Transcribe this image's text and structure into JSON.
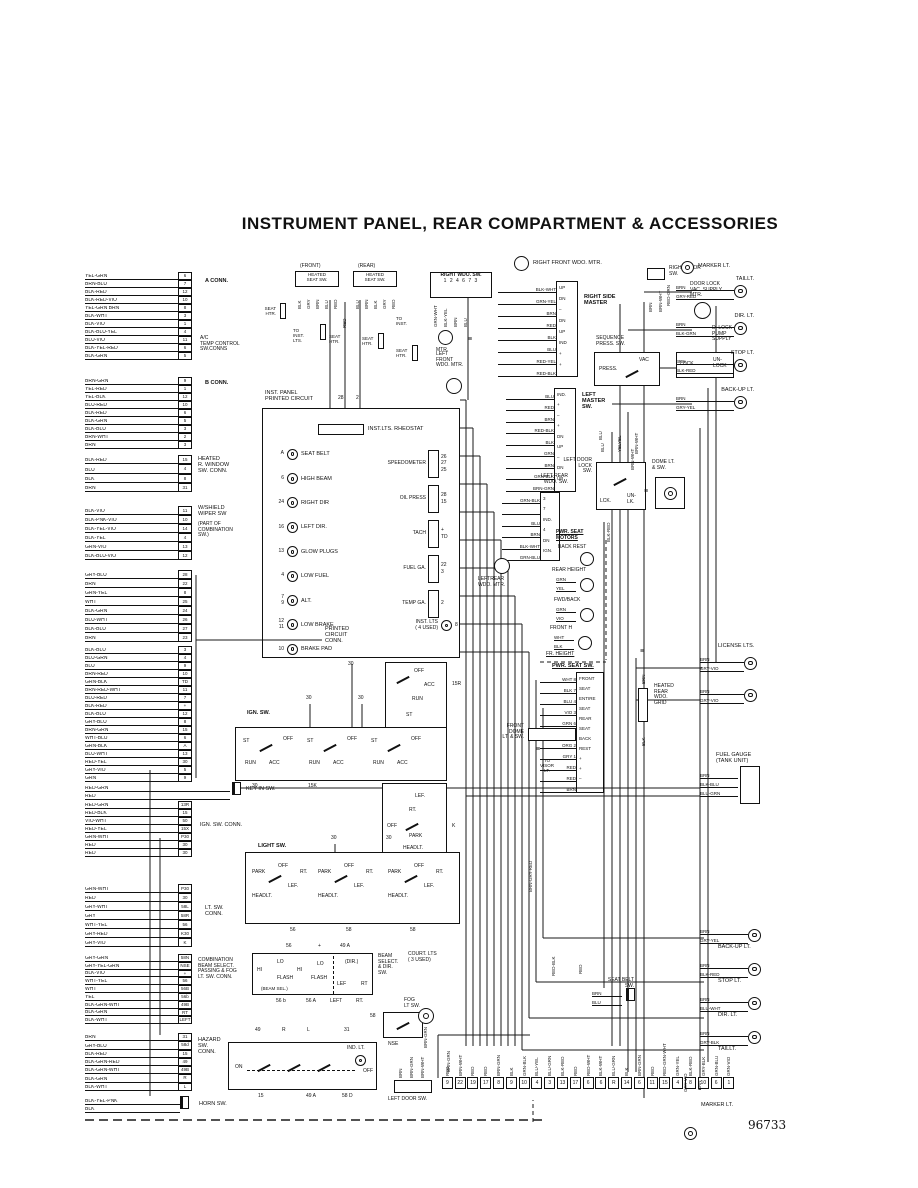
{
  "title": "INSTRUMENT PANEL, REAR COMPARTMENT & ACCESSORIES",
  "figure_number": "96733",
  "left_connectors": [
    {
      "label": "A CONN.",
      "label2": "A/C\nTEMP CONTROL\nSW.CONNS",
      "rows": [
        [
          "YEL-GRN",
          "6"
        ],
        [
          "BRN-BLU",
          "7"
        ],
        [
          "BLK-RED",
          "12"
        ],
        [
          "BLK-RED-VIO",
          "10"
        ],
        [
          "YEL-GRN  BRN",
          "8"
        ],
        [
          "BLK-WHT",
          "3"
        ],
        [
          "BLK-VIO",
          "1"
        ],
        [
          "BLK-BLU-YEL",
          "4"
        ],
        [
          "BLU-VIO",
          "11"
        ],
        [
          "BLK-YEL-RED",
          "6"
        ],
        [
          "BLK-GRN",
          "5"
        ]
      ]
    },
    {
      "label": "B CONN.",
      "rows": [
        [
          "BRN-GRN",
          "9"
        ],
        [
          "YEL-RED",
          "1"
        ],
        [
          "YEL-BLK",
          "12"
        ],
        [
          "BLU-RED",
          "10"
        ],
        [
          "BLK-RED",
          "6"
        ],
        [
          "BLK-GRN",
          "5"
        ],
        [
          "BLK-BLU",
          "3"
        ],
        [
          "BRN-WHT",
          "2"
        ],
        [
          "BRN",
          "3"
        ]
      ]
    },
    {
      "label": "HEATED\nR. WINDOW\nSW. CONN.",
      "rows": [
        [
          "BLK-RED",
          "15"
        ],
        [
          "BLU",
          "4"
        ],
        [
          "BLK",
          "8"
        ],
        [
          "BRN",
          "31"
        ]
      ]
    },
    {
      "label": "W/SHIELD\nWIPER SW",
      "label2": "(PART OF\nCOMBINATION\nSW.)",
      "rows": [
        [
          "BLK-VIO",
          "11"
        ],
        [
          "BLK-PNK-VIO",
          "10"
        ],
        [
          "BLK-YEL-VIO",
          "14"
        ],
        [
          "BLK-YEL",
          "4"
        ],
        [
          "GRN-VIO",
          "13"
        ],
        [
          "BLK-BLU-VIO",
          "12"
        ]
      ]
    },
    {
      "label": "PRINTED\nCIRCUIT\nCONN.",
      "rows": [
        [
          "GRY-BLU",
          "28"
        ],
        [
          "BRN",
          "22"
        ],
        [
          "GRN-YEL",
          "8"
        ],
        [
          "WHT",
          "25"
        ],
        [
          "BLK-GRN",
          "24"
        ],
        [
          "BLU-WHT",
          "26"
        ],
        [
          "BLK-BLU",
          "27"
        ],
        [
          "BRN",
          "23"
        ]
      ]
    },
    {
      "label": "",
      "rows": [
        [
          "BLK-BLU",
          "3"
        ],
        [
          "BLU-GRN",
          "4"
        ],
        [
          "BLU",
          "9"
        ],
        [
          "BRN-RED",
          "10"
        ],
        [
          "GRN-BLK",
          "TD"
        ],
        [
          "BRN-RED-WHT",
          "11"
        ],
        [
          "BLU-RED",
          "7"
        ],
        [
          "BLK-RED",
          "+"
        ],
        [
          "BLK-BLU",
          "12"
        ],
        [
          "GRY-BLU",
          "8"
        ],
        [
          "BRN-GRN",
          "15"
        ],
        [
          "WHT-BLU",
          "6"
        ],
        [
          "GRN-BLK",
          "A"
        ],
        [
          "BLU-WHT",
          "13"
        ],
        [
          "RED-YEL",
          "30"
        ],
        [
          "GRY-VIO",
          "5"
        ],
        [
          "GRN",
          "9"
        ]
      ]
    },
    {
      "label": "IGN. SW. CONN.",
      "rows": [
        [
          "RED-GRN",
          "13R"
        ],
        [
          "RED-BLK",
          "15"
        ],
        [
          "VIO-WHT",
          "50"
        ],
        [
          "RED-YEL",
          "15X"
        ],
        [
          "GRN-WHT",
          "P30"
        ],
        [
          "RED",
          "30"
        ],
        [
          "RED",
          "30"
        ]
      ]
    },
    {
      "label": "LT. SW.\nCONN.",
      "rows": [
        [
          "GRN-WHT",
          "P30"
        ],
        [
          "RED",
          "30"
        ],
        [
          "GRY-WHT",
          "58L"
        ],
        [
          "GRY",
          "58R"
        ],
        [
          "WHT-YEL",
          "56"
        ],
        [
          "GRY-RED",
          "K30"
        ],
        [
          "GRY-VIO",
          "K"
        ]
      ]
    },
    {
      "label": "COMBINATION\nBEAM SELECT.\nPASSING & FOG\nLT. SW. CONN.",
      "rows": [
        [
          "GRY-GRN",
          "58N"
        ],
        [
          "GRY-YEL-GRN",
          "NSE"
        ],
        [
          "BLK-VIO",
          "+"
        ],
        [
          "WHT-YEL",
          "56"
        ],
        [
          "WHT",
          "56B"
        ],
        [
          "YEL",
          "56b"
        ],
        [
          "BLK-GRN-WHT",
          "49B"
        ],
        [
          "BLK-GRN",
          "RT"
        ],
        [
          "BLK-WHT",
          "LEFT"
        ]
      ]
    },
    {
      "label": "HAZARD\nSW.\nCONN.",
      "rows": [
        [
          "BRN",
          "31"
        ],
        [
          "GRY-BLU",
          "58d"
        ],
        [
          "BLK-RED",
          "15"
        ],
        [
          "BLK-GRN-RED",
          "49"
        ],
        [
          "BLK-GRN-WHT",
          "49B"
        ],
        [
          "BLK-GRN",
          "R"
        ],
        [
          "BLK-WHT",
          "L"
        ]
      ]
    },
    {
      "label": "HORN SW.",
      "rows": [
        [
          "BLK-YEL-PNK",
          ""
        ],
        [
          "BLK",
          ""
        ]
      ]
    }
  ],
  "key_in": {
    "label": "KEY IN SW.",
    "rows": [
      [
        "RED-GRN",
        ""
      ],
      [
        "RED",
        ""
      ]
    ]
  },
  "heated_seats": {
    "front_tag": "(FRONT)",
    "rear_tag": "(REAR)",
    "title": "HEATED\nSEAT SW.",
    "front_wires": [
      "BLK",
      "GRY",
      "BRN",
      "BLU",
      "RED"
    ],
    "rear_wires": [
      "BLU",
      "BRN",
      "BLK",
      "GRY",
      "RED"
    ],
    "seat_htr": "SEAT\nHTR.",
    "to_inst_lts": "TO\nINST.\nLTS.",
    "to_inst": "TO\nINST.",
    "red": "RED"
  },
  "right_wdo_sw": {
    "label": "RIGHT WDO. SW.",
    "pins": "1  2  4  6  7  3",
    "wires": [
      "GRN-WHT",
      "BLK-YEL",
      "BRN",
      "BLU"
    ],
    "mtr": "MTR."
  },
  "window_motors": {
    "right_front": "RIGHT FRONT WDO. MTR.",
    "left_front": "LEFT\nFRONT\nWDO. MTR.",
    "left_rear": "LEFTREAR\nWDO. MTR."
  },
  "right_side_master": {
    "label": "RIGHT SIDE\nMASTER",
    "rows": [
      [
        "BLK-WHT",
        "UP"
      ],
      [
        "GRN-YEL",
        "DN"
      ],
      [
        "BRN",
        "–"
      ],
      [
        "RED",
        "DN"
      ],
      [
        "BLK",
        "UP"
      ],
      [
        "BLU",
        "IND"
      ],
      [
        "RED-YEL",
        "+"
      ],
      [
        "RED-BLK",
        "+"
      ]
    ]
  },
  "left_master": {
    "label": "LEFT\nMASTER\nSW.",
    "rows": [
      [
        "BLU",
        "IND."
      ],
      [
        "RED",
        "+"
      ],
      [
        "BRN",
        "–"
      ],
      [
        "RED-BLK",
        "+"
      ],
      [
        "BLK",
        "DN"
      ],
      [
        "GRN",
        "UP"
      ],
      [
        "BRN",
        "–"
      ],
      [
        "GRN-BLK",
        "DN"
      ],
      [
        "BRN-GRN",
        "UP"
      ]
    ]
  },
  "left_rear_wdo_sw": {
    "label": "LEFT REAR\nWDO. SW.",
    "rows": [
      [
        "GRN-BLK",
        "3"
      ],
      [
        "",
        "7"
      ],
      [
        "BLU",
        "IND."
      ],
      [
        "BRN",
        "4"
      ],
      [
        "BLK-WHT",
        "DN"
      ],
      [
        "GRN-BLU",
        "IGN."
      ]
    ]
  },
  "door_lock": {
    "right_door_sw": "RIGHT DOOR\nSW.",
    "right_door_wires": [
      "BRN",
      "BRN-WHT"
    ],
    "vac_mtr": "DOOR LOCK\nVAC. SUPPLY\nMTR.",
    "pump": "D. LOCK\nPUMP\nSUPPLY",
    "lock": "LOCK",
    "unlock": "UN-\nLOCK",
    "seq": "SEQUENCE\nPRESS. SW.",
    "press": "PRESS.",
    "vac": "VAC",
    "left_door_lock": "LEFT DOOR\nLOCK\nSW.",
    "lck": "LCK.",
    "unlk": "UN-\nLK.",
    "blu": "BLU",
    "yel": "YEL",
    "brn_wht": "BRN-WHT",
    "blk_red": "BLK-RED"
  },
  "dome": {
    "label": "DOME LT.\n& SW."
  },
  "inst_panel": {
    "title": "INST. PANEL\nPRINTED CIRCUIT",
    "top_pins": [
      "28",
      "2"
    ],
    "rheostat": "INST.LTS. RHEOSTAT",
    "indicators": [
      {
        "p": "A",
        "l": "SEAT BELT"
      },
      {
        "p": "6",
        "l": "HIGH BEAM"
      },
      {
        "p": "24",
        "l": "RIGHT DIR"
      },
      {
        "p": "16",
        "l": "LEFT DIR."
      },
      {
        "p": "13",
        "l": "GLOW PLUGS"
      },
      {
        "p": "4",
        "l": "LOW FUEL"
      },
      {
        "p": "7\n9",
        "l": "ALT."
      },
      {
        "p": "12\n11",
        "l": "LOW BRAKE"
      },
      {
        "p": "10",
        "l": "BRAKE\nPAD"
      }
    ],
    "gauges": [
      {
        "l": "SPEEDOMETER",
        "pins": "26\n27\n25"
      },
      {
        "l": "OIL PRESS",
        "pins": "28\n15"
      },
      {
        "l": "TACH",
        "pins": "+\nTD"
      },
      {
        "l": "FUEL GA.",
        "pins": "22\n3"
      },
      {
        "l": "TEMP GA.",
        "pins": "2"
      }
    ],
    "inst_lts": {
      "l": "INST. LTS\n( 4 USED)",
      "p": "8"
    },
    "bottom_pin": "30"
  },
  "pwr_seat": {
    "motors_label": "PWR. SEAT\nMOTORS",
    "back_rest": "BACK REST",
    "rear_height": "REAR HEIGHT",
    "fwd_back": "FWD/BACK",
    "front_h": "FRONT H",
    "fr_height": "FR. HEIGHT",
    "grn": "GRN",
    "yel": "YEL",
    "vio": "VIO",
    "wht": "WHT",
    "blk": "BLK",
    "sw_label": "PWR. SEAT SW.",
    "rows": [
      [
        "WHT 8",
        "FRONT"
      ],
      [
        "BLK 7",
        "SEAT"
      ],
      [
        "BLU 4",
        "ENTIRE"
      ],
      [
        "VIO 3",
        "SEAT"
      ],
      [
        "GRN 6",
        "REAR"
      ],
      [
        "YEL 5",
        "SEAT"
      ],
      [
        "ORG 2",
        "BACK"
      ],
      [
        "GRY 1",
        "REST"
      ],
      [
        "RED",
        "+"
      ],
      [
        "RED",
        "+"
      ],
      [
        "BRN",
        "–"
      ]
    ]
  },
  "front_dome": {
    "label": "FRONT\nDOME\nLT. & SW.",
    "visor": "TO\nVISOR\nLT."
  },
  "heated_grid": {
    "label": "HEATED\nREAR\nWDO.\nGRID",
    "top": "BRN",
    "bottom": "BLK"
  },
  "license": {
    "label": "LICENSE LTS.",
    "lamps": [
      [
        "BRN",
        "GRY-VIO"
      ],
      [
        "BRN",
        "GRY-VIO"
      ]
    ]
  },
  "fuel_gauge": {
    "label": "FUEL GAUGE\n(TANK UNIT)",
    "wires": [
      "BRN",
      "BLK-BLU",
      "BLU-GRN"
    ]
  },
  "lamps_top": [
    {
      "l": "TAILLT.",
      "w1": "BRN",
      "w2": "GRY-RED"
    },
    {
      "l": "DIR. LT.",
      "w1": "BRN",
      "w2": "BLK-GRN"
    },
    {
      "l": "STOP LT.",
      "w1": "BRN",
      "w2": "BLK-RED"
    },
    {
      "l": "BACK-UP LT.",
      "w1": "BRN",
      "w2": "GRY-YEL"
    }
  ],
  "lamps_bottom": [
    {
      "l": "BACK-UP LT.",
      "w1": "BRN",
      "w2": "GRY-YEL"
    },
    {
      "l": "STOP LT.",
      "w1": "BRN",
      "w2": "BLK-RED"
    },
    {
      "l": "DIR. LT.",
      "w1": "BRN",
      "w2": "BLU-WHT"
    },
    {
      "l": "TAILLT.",
      "w1": "BRN",
      "w2": "GRY-BLK"
    }
  ],
  "markers": {
    "top": "MARKER LT.",
    "bottom": "MARKER LT.",
    "gry_vio": "GRY-VIO",
    "brn": "BRN",
    "red_grn": "RED-GRN"
  },
  "ign_sw": {
    "label": "IGN. SW.",
    "pos": [
      "ST",
      "RUN",
      "ACC",
      "OFF"
    ],
    "top_pins": [
      "30",
      "30",
      "30"
    ],
    "bottom_pins": [
      "30",
      "15K",
      "50"
    ],
    "upper_pin": "15R"
  },
  "light_sw": {
    "label": "LIGHT SW.",
    "pos": [
      "PARK",
      "OFF",
      "RT.",
      "LEF.",
      "HEADLT."
    ],
    "top_pins": [
      "30",
      "30"
    ],
    "bottom_pins": [
      "56",
      "58",
      "58"
    ]
  },
  "light_sw_upper": {
    "lef": "LEF.",
    "rt": "RT.",
    "off": "OFF",
    "park": "PARK",
    "headlt": "HEADLT.",
    "k": "K",
    "pin30": "30"
  },
  "beam_sw": {
    "label": "BEAM\nSELECT.\n& DIR.\nSW.",
    "hi": "HI",
    "lo": "LO",
    "flash": "FLASH",
    "beam_sel": "(BEAM SEL.)",
    "dir": "(DIR.)",
    "lef": "LEF",
    "rt": "RT",
    "top_pins": [
      "56",
      "+",
      "49 A"
    ],
    "bottom_pins": [
      "56 b",
      "56 A",
      "LEFT",
      "RT."
    ]
  },
  "fog_sw": {
    "label": "FOG\nLT SW.",
    "pin58": "58",
    "nse": "NSE"
  },
  "hazard_sw": {
    "top_pins": [
      "49",
      "R",
      "L",
      "31"
    ],
    "bottom_pins": [
      "15",
      "49 A",
      "58 D"
    ],
    "on": "ON",
    "off": "OFF",
    "ind": "IND. LT."
  },
  "court_lts": {
    "label": "COURT. LTS\n( 3 USED)",
    "wire": "BRN-GRN"
  },
  "seat_belt": {
    "label": "SEAT BELT\nSW.",
    "wires": [
      "BRN",
      "BLU"
    ]
  },
  "left_door_sw": {
    "label": "LEFT DOOR SW.",
    "wires": [
      "BRN",
      "BRN-GRN",
      "BRN-WHT"
    ]
  },
  "bottom_strip": {
    "cols": [
      {
        "w": "RED",
        "p": "9"
      },
      {
        "w": "BRN-WHT",
        "p": "22"
      },
      {
        "w": "RED",
        "p": "19"
      },
      {
        "w": "RED",
        "p": "17"
      },
      {
        "w": "BRN-GRN",
        "p": "8"
      },
      {
        "w": "BLK",
        "p": "9"
      },
      {
        "w": "GRN-BLK",
        "p": "10"
      },
      {
        "w": "BLU-YEL",
        "p": "4"
      },
      {
        "w": "BLU-GRN",
        "p": "3"
      },
      {
        "w": "BLK-RED",
        "p": "13"
      },
      {
        "w": "RED",
        "p": "17"
      },
      {
        "w": "RED-WHT",
        "p": "6"
      },
      {
        "w": "BLK-WHT",
        "p": "6"
      },
      {
        "w": "BLU-GRN",
        "p": "R"
      },
      {
        "w": "BLK",
        "p": "14"
      },
      {
        "w": "BRN-GRN",
        "p": "6"
      },
      {
        "w": "RED",
        "p": "11"
      },
      {
        "w": "RED-GRN-WHT",
        "p": "15"
      },
      {
        "w": "GRN-YEL",
        "p": "4"
      },
      {
        "w": "BLK-RED",
        "p": "8"
      },
      {
        "w": "GRY-BLK",
        "p": "10"
      },
      {
        "w": "GRN-BLU",
        "p": "6"
      },
      {
        "w": "GRN-VIO",
        "p": "1"
      }
    ]
  },
  "misc": {
    "brn_gry_red": "BRN-GRY-RED",
    "red_blk": "RED-BLK",
    "red": "RED",
    "blk": "BLK",
    "brn": "BRN",
    "yel": "YEL",
    "blu": "BLU",
    "brn_wht": "BRN-WHT",
    "brn_grn": "BRN-GRN",
    "gry_vio": "GRY-VIO"
  }
}
